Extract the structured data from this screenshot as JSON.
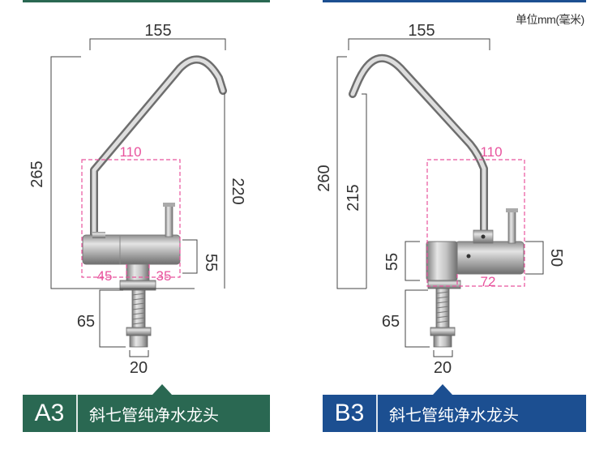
{
  "unit_note": "单位mm(毫米)",
  "colors": {
    "a3_green": "#2a6852",
    "b3_blue": "#1c4f91",
    "pink": "#e8539d",
    "line": "#444444"
  },
  "faucet_a": {
    "badge_code": "A3",
    "badge_name": "斜七管纯净水龙头",
    "dims": {
      "width_top": "155",
      "height_total": "265",
      "height_spout": "220",
      "pink_width": "110",
      "body_height": "55",
      "left_part": "45",
      "right_part": "35",
      "shank_length": "65",
      "shank_diameter": "20"
    }
  },
  "faucet_b": {
    "badge_code": "B3",
    "badge_name": "斜七管纯净水龙头",
    "dims": {
      "width_top": "155",
      "height_total": "260",
      "height_spout": "215",
      "pink_width": "110",
      "body_height_left": "55",
      "body_height_right": "50",
      "body_width": "72",
      "shank_length": "65",
      "shank_diameter": "20"
    }
  }
}
